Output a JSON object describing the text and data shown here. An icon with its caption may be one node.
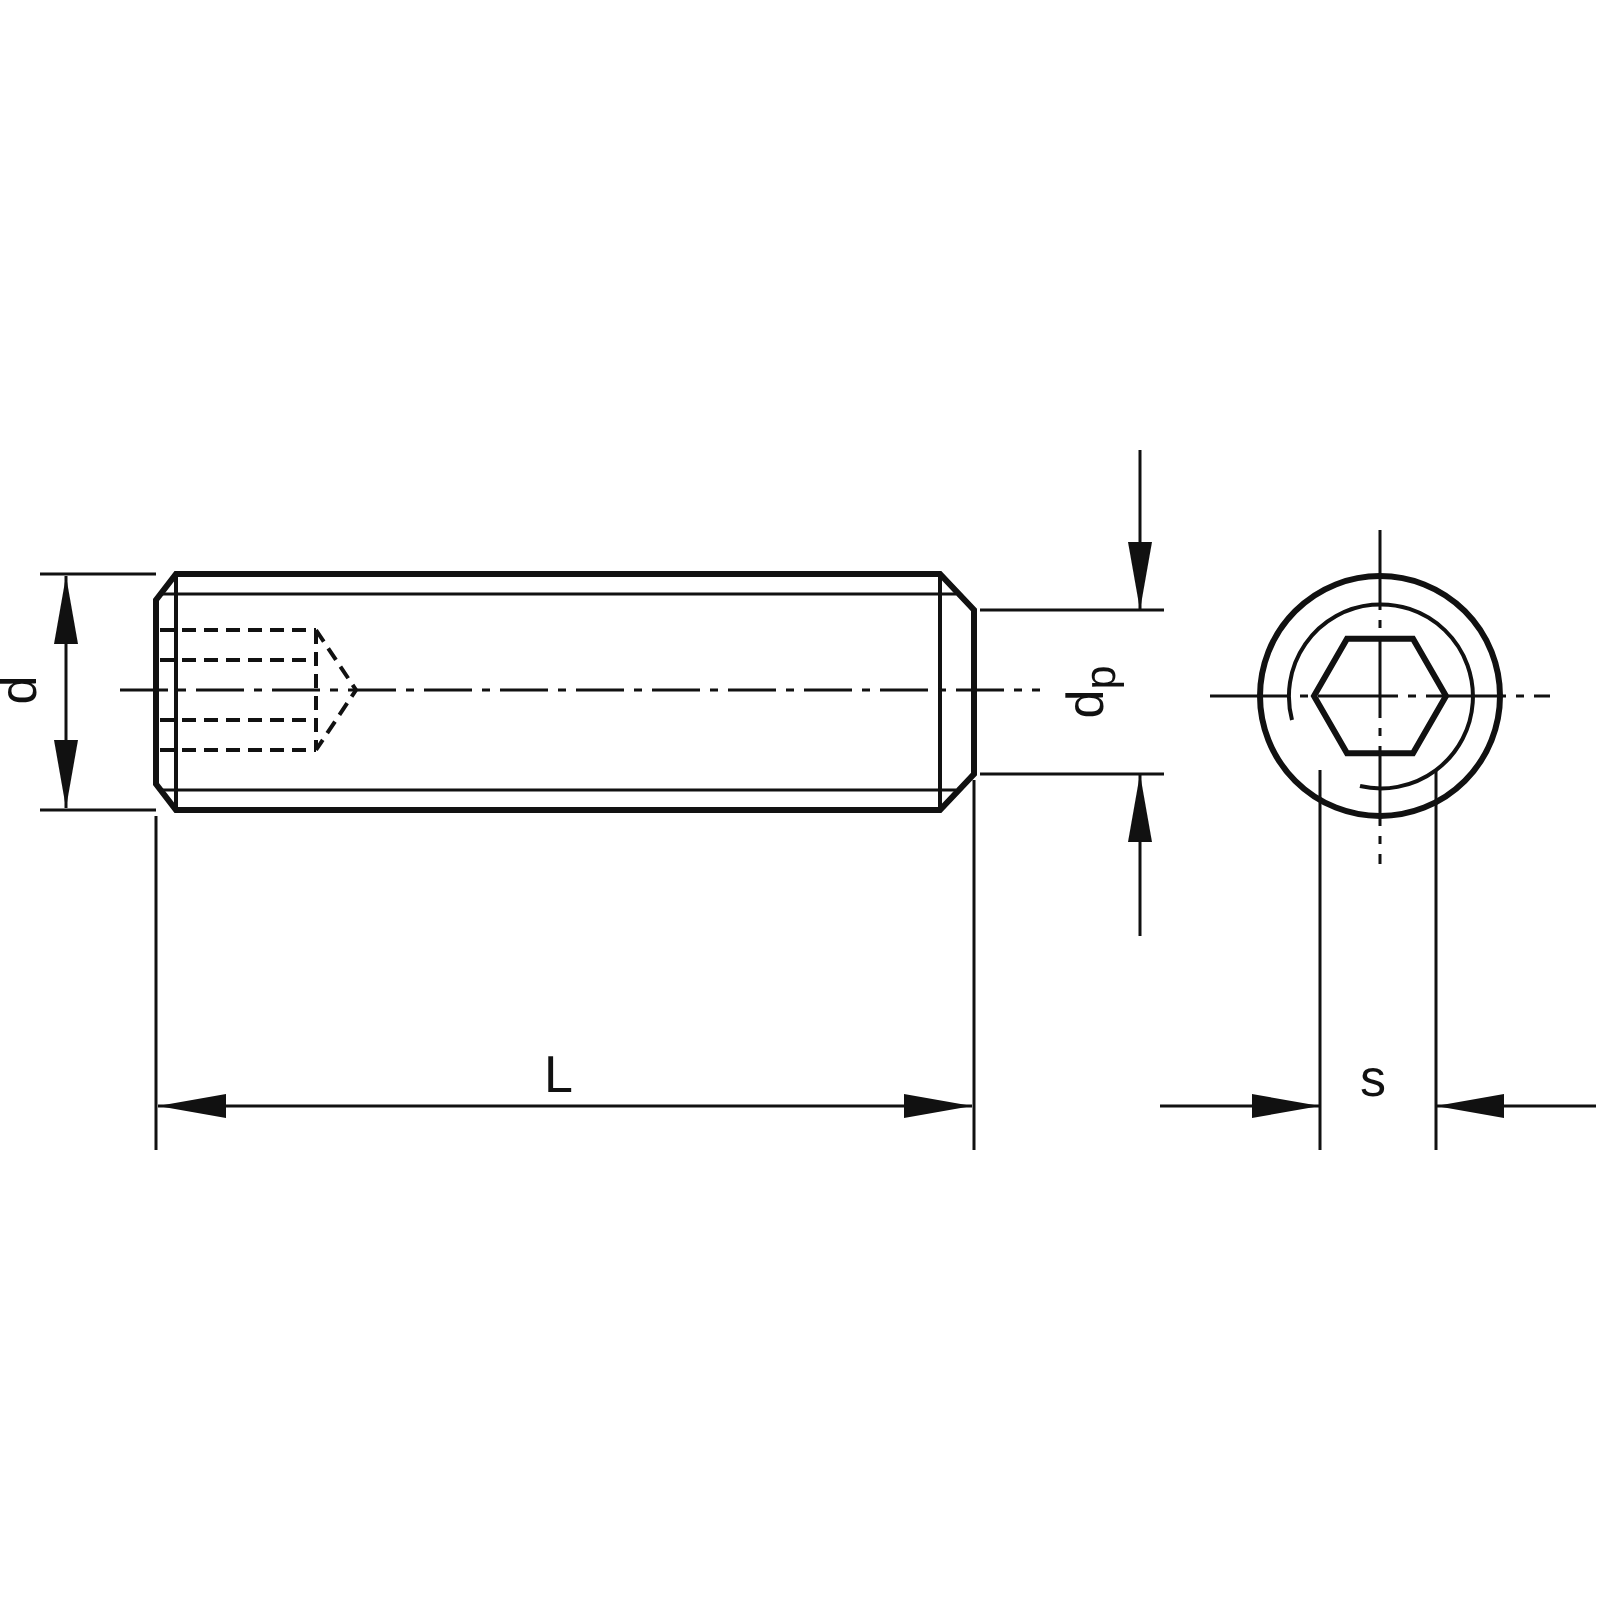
{
  "diagram": {
    "labels": [
      "d",
      "d$_{p}$",
      "L",
      "s"
    ]
  }
}
